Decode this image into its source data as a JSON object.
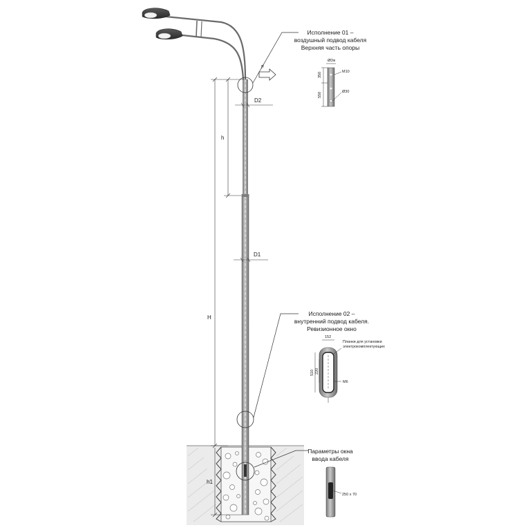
{
  "dimensions": {
    "H": "H",
    "h": "h",
    "h1": "h1",
    "D1": "D1",
    "D2": "D2",
    "F": "F"
  },
  "callout_top": {
    "line1": "Исполнение 01 –",
    "line2": "воздушный подвод кабеля",
    "line3": "Верхняя часть опоры",
    "dims": {
      "dv": "ØDв",
      "m10": "M10",
      "v350": "350",
      "v550": "550",
      "d30": "Ø30"
    }
  },
  "callout_mid": {
    "line1": "Исполнение 02 –",
    "line2": "внутренний подвод кабеля.",
    "line3": "Ревизионное окно",
    "dims": {
      "w152": "152",
      "plank1": "Планки для установки",
      "plank2": "электрокомплектующих",
      "v510": "510",
      "v220": "220",
      "m6": "M6"
    }
  },
  "callout_bottom": {
    "line1": "Параметры окна",
    "line2": "ввода кабеля",
    "size": "250 x 70"
  },
  "colors": {
    "pole": "#9a9a9a",
    "pole_dark": "#6e6e6e",
    "line": "#333333",
    "ground": "#e6e6e6"
  }
}
